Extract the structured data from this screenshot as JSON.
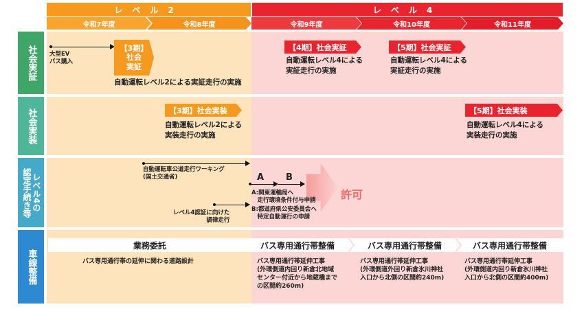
{
  "levels": {
    "level2": "レベル2",
    "level4": "レベル4"
  },
  "years": [
    "令和7年度",
    "令和8年度",
    "令和9年度",
    "令和10年度",
    "令和11年度"
  ],
  "rows": {
    "social_demo": {
      "label": "社会実証",
      "bus_purchase": "大型EV\nバス購入",
      "phase3_badge": "【3期】\n社会\n実証",
      "phase3_text": "自動運転レベル2による実証走行の実施",
      "phase4_badge": "【4期】社会実証",
      "phase4_text": "自動運転レベル4による\n実証走行の実施",
      "phase5_badge": "【5期】社会実証",
      "phase5_text": "自動運転レベル4による\n実証走行の実施"
    },
    "social_impl": {
      "label": "社会実装",
      "phase3_badge": "【3期】社会実装",
      "phase3_text": "自動運転レベル2による\n実装走行の実施",
      "phase5_badge": "【5期】社会実装",
      "phase5_text": "自動運転レベル4による\n実装走行の実施"
    },
    "certification": {
      "label": "レベル4の\n認定手続き等",
      "working_group": "自動運転車公道走行ワーキング\n(国土交通省)",
      "adjust_run": "レベル4認証に向けた\n調律走行",
      "step_a": "A",
      "step_b": "B",
      "a_desc": "A:関東運輸局へ\n　走行環境条件付与申請",
      "b_desc": "B:都道府県公安委員会へ\n　特定自動運行の申請",
      "permit": "許可"
    },
    "road": {
      "label": "車線整備",
      "contract_label": "業務委託",
      "contract_text": "バス専用通行帯の延伸に関わる道路設計",
      "lane1_label": "バス専用通行帯整備",
      "lane1_text": "バス専用通行帯延伸工事\n(外環側道内回り新倉北地域\nセンター付近から地蔵橋まで\nの区間約260m)",
      "lane2_label": "バス専用通行帯整備",
      "lane2_text": "バス専用通行帯延伸工事\n(外環側道外回り新倉氷川神社\n入口から北側の区間約240m)",
      "lane3_label": "バス専用通行帯整備",
      "lane3_text": "バス専用通行帯延伸工事\n(外環側道内回り新倉氷川神社\n入口から北側の区間約400m)"
    }
  },
  "colors": {
    "level2": "#f59a1e",
    "level4": "#e8242f",
    "row1": "#3fa667",
    "row2": "#4fb69a",
    "row3": "#47a9c9",
    "row4": "#2d8ad2",
    "bg_level2": "#fde4bc",
    "bg_level4": "#fbd6d4",
    "permit_text": "#f06a6a"
  }
}
